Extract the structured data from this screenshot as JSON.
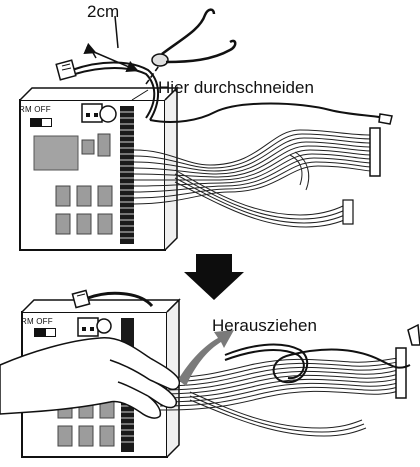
{
  "top_panel": {
    "measure_label": "2cm",
    "cut_instruction": "Hier durchschneiden",
    "switch_label": "RM OFF"
  },
  "bottom_panel": {
    "pull_instruction": "Herausziehen",
    "switch_label": "RM OFF"
  },
  "icons": [
    "wire-cutter-icon",
    "down-arrow-icon",
    "pull-arrow-icon",
    "hand-icon",
    "connector-plug-icon"
  ],
  "colors": {
    "arrow": "#0d0d0d",
    "pull_arrow": "#7a7a7a",
    "component_fill": "#9c9c9c",
    "line": "#111111"
  }
}
